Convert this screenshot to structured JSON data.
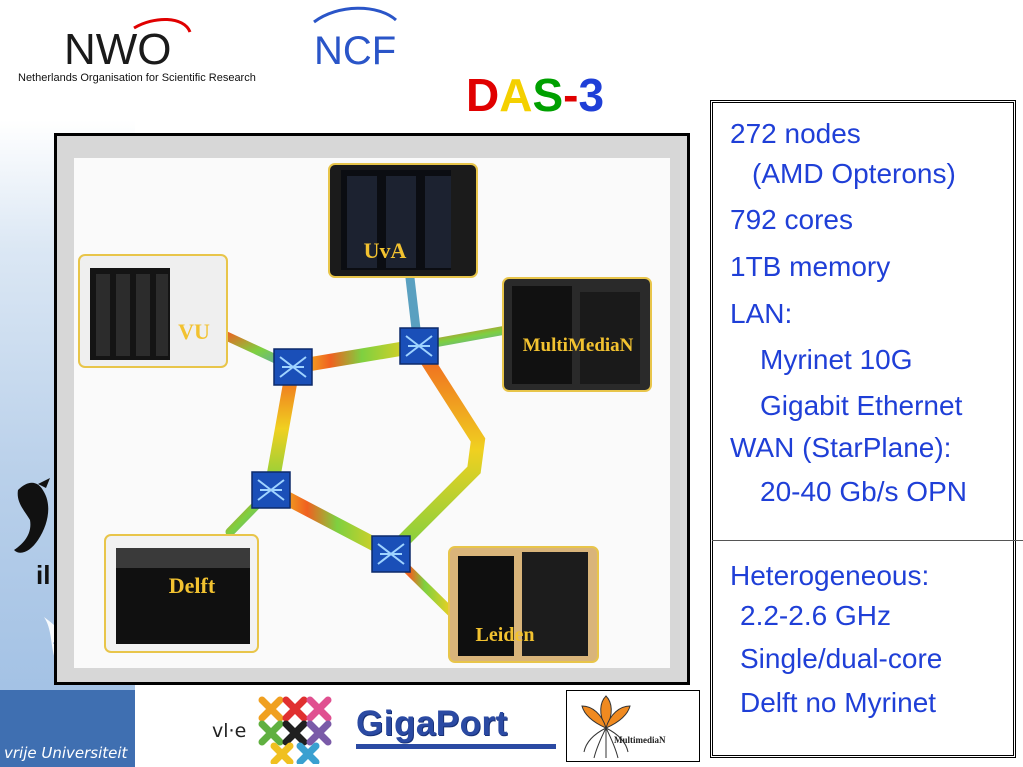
{
  "header": {
    "nwo_logo": "NWO",
    "nwo_tagline": "Netherlands Organisation for Scientific Research",
    "ncf_logo": "NCF",
    "title_letters": [
      {
        "text": "D",
        "color": "#e00000"
      },
      {
        "text": "A",
        "color": "#f4d000"
      },
      {
        "text": "S",
        "color": "#00a000"
      },
      {
        "text": "-",
        "color": "#e00000"
      },
      {
        "text": "3",
        "color": "#1f3fd7"
      }
    ]
  },
  "sites": [
    {
      "name": "UvA",
      "label": "UvA"
    },
    {
      "name": "VU",
      "label": "VU"
    },
    {
      "name": "MultiMediaN",
      "label": "MultiMediaN"
    },
    {
      "name": "Delft",
      "label": "Delft"
    },
    {
      "name": "Leiden",
      "label": "Leiden"
    }
  ],
  "specs": {
    "nodes": "272 nodes",
    "cpu": "(AMD Opterons)",
    "cores": "792 cores",
    "memory": "1TB memory",
    "lan_label": "LAN:",
    "lan_myrinet": "Myrinet 10G",
    "lan_gige": "Gigabit Ethernet",
    "wan_label": "WAN (StarPlane):",
    "wan_opn": "20-40 Gb/s OPN",
    "hetero_label": "Heterogeneous:",
    "hetero_freq": "2.2-2.6 GHz",
    "hetero_core": "Single/dual-core",
    "hetero_delft": "Delft no Myrinet"
  },
  "footer": {
    "university": "vrije Universiteit",
    "vle": "vl·e",
    "gigaport": "GigaPort",
    "multimedian": "MultimediaN"
  },
  "colors": {
    "spec_text": "#1f3fd7",
    "vu_blue": "#3f6fb1",
    "site_label": "#f2c230",
    "switch_blue": "#1a4fb8"
  }
}
